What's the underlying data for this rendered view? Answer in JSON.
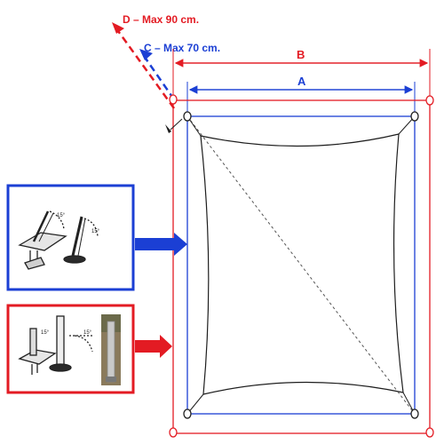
{
  "labels": {
    "d_max": "D – Max 90 cm.",
    "c_max": "C – Max 70 cm.",
    "dim_b": "B",
    "dim_a": "A"
  },
  "colors": {
    "red": "#e31b23",
    "blue": "#1b3fd4",
    "dark": "#1e1e1e",
    "post_gray": "#a8a8a8"
  },
  "insets": [
    {
      "name": "wall-mount-bracket-inset",
      "color": "blue",
      "angle_labels": [
        "15°",
        "15°"
      ]
    },
    {
      "name": "post-mount-inset",
      "color": "red",
      "angle_labels": [
        "15°",
        "15°"
      ]
    }
  ]
}
